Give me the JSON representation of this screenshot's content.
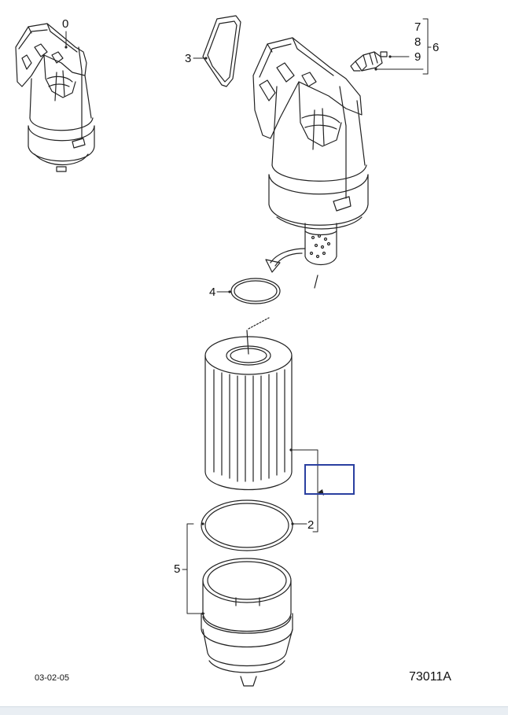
{
  "diagram": {
    "callouts": {
      "c0": "0",
      "c2": "2",
      "c3": "3",
      "c4": "4",
      "c5": "5",
      "c6": "6",
      "c7": "7",
      "c8": "8",
      "c9": "9"
    },
    "date_stamp": "03-02-05",
    "figure_code": "73011A",
    "colors": {
      "line": "#222222",
      "hotspot_border": "#2a3fa0",
      "bottom_strip": "#e9eef3"
    }
  }
}
